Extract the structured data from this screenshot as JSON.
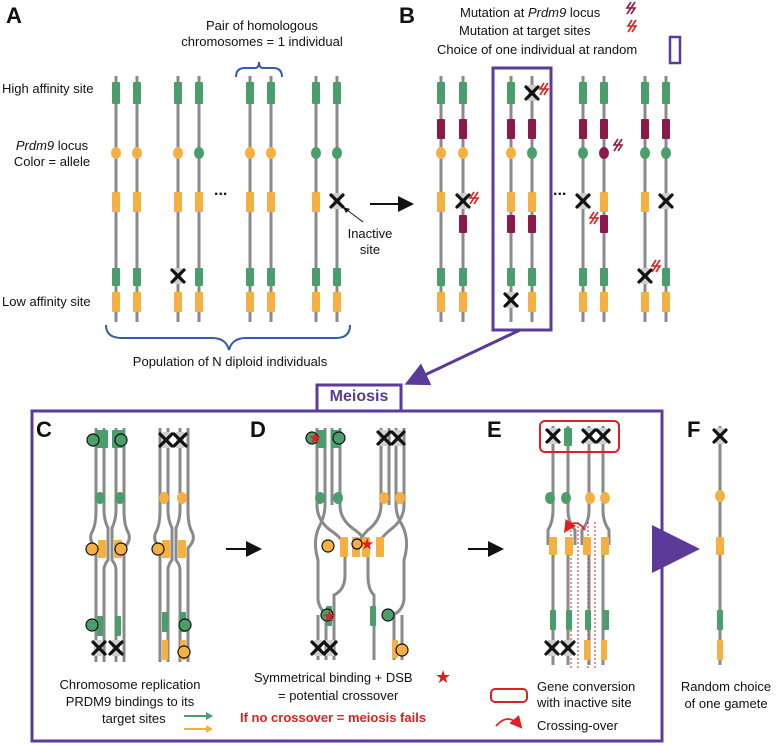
{
  "panels": {
    "a": "A",
    "b": "B",
    "c": "C",
    "d": "D",
    "e": "E",
    "f": "F"
  },
  "panel_a": {
    "pair_label_line1": "Pair of homologous",
    "pair_label_line2": "chromosomes = 1 individual",
    "high_affinity": "High affinity site",
    "prdm9_italic": "Prdm9",
    "prdm9_rest": " locus",
    "color_allele": "Color = allele",
    "ellipsis": "...",
    "inactive_line1": "Inactive",
    "inactive_line2": "site",
    "low_affinity": "Low affinity site",
    "population": "Population of N diploid individuals"
  },
  "panel_b": {
    "legend_mut_prdm9_pre": "Mutation at ",
    "legend_mut_prdm9_italic": "Prdm9",
    "legend_mut_prdm9_post": " locus",
    "legend_mut_target": "Mutation at target sites",
    "legend_choice": "Choice of one individual at random",
    "ellipsis": "..."
  },
  "meiosis_label": "Meiosis",
  "panel_c": {
    "line1": "Chromosome replication",
    "line2": "PRDM9 bindings to its",
    "line3": "target sites"
  },
  "panel_d": {
    "line1": "Symmetrical binding + DSB",
    "line2": "= potential crossover",
    "line3": "If no crossover = meiosis fails"
  },
  "panel_e": {
    "legend1_line1": "Gene conversion",
    "legend1_line2": "with inactive site",
    "legend2": "Crossing-over"
  },
  "panel_f": {
    "line1": "Random choice",
    "line2": "of  one gamete"
  },
  "colors": {
    "green": "#4a9e6b",
    "orange": "#f5b041",
    "magenta": "#8b1a4a",
    "purple": "#5b3a99",
    "blue": "#2e5fa8",
    "red": "#e02020",
    "gray": "#8a8a8a",
    "lightgray": "#cfcfcf"
  },
  "icons": [
    "inactive-site-x-icon",
    "lightning-mutation-icon",
    "red-star-dsb-icon",
    "right-arrow-icon",
    "crossover-arc-icon"
  ]
}
